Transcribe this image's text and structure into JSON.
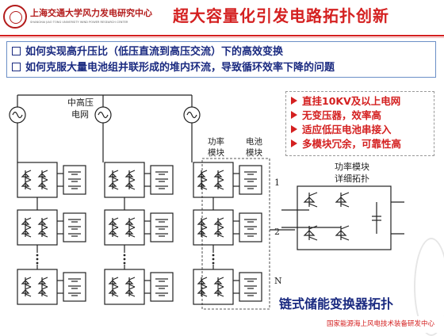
{
  "header": {
    "logo_name": "上海交通大学风力发电研究中心",
    "logo_sub": "SHANGHAI JIAO TONG UNIVERSITY WIND POWER RESEARCH CENTER",
    "title": "超大容量化引发电路拓扑创新"
  },
  "questions": [
    "如何实现高升压比（低压直流到高压交流）下的高效变换",
    "如何克服大量电池组并联形成的堆内环流，导致循环效率下降的问题"
  ],
  "diagram": {
    "grid_label": [
      "中高压",
      "电网"
    ],
    "power_module_label": [
      "功率",
      "模块"
    ],
    "battery_module_label": [
      "电池",
      "模块"
    ],
    "row_labels": [
      "1",
      "2",
      "N"
    ],
    "detail_label": [
      "功率模块",
      "详细拓扑"
    ]
  },
  "features": [
    "直挂10KV及以上电网",
    "无变压器，效率高",
    "适应低压电池串接入",
    "多模块冗余，可靠性高"
  ],
  "footer": {
    "title": "链式储能变换器拓扑",
    "org": "国家能源海上风电技术装备研发中心"
  },
  "colors": {
    "accent_red": "#d42020",
    "navy": "#1a2a80",
    "frame_blue": "#6b8fc7"
  }
}
